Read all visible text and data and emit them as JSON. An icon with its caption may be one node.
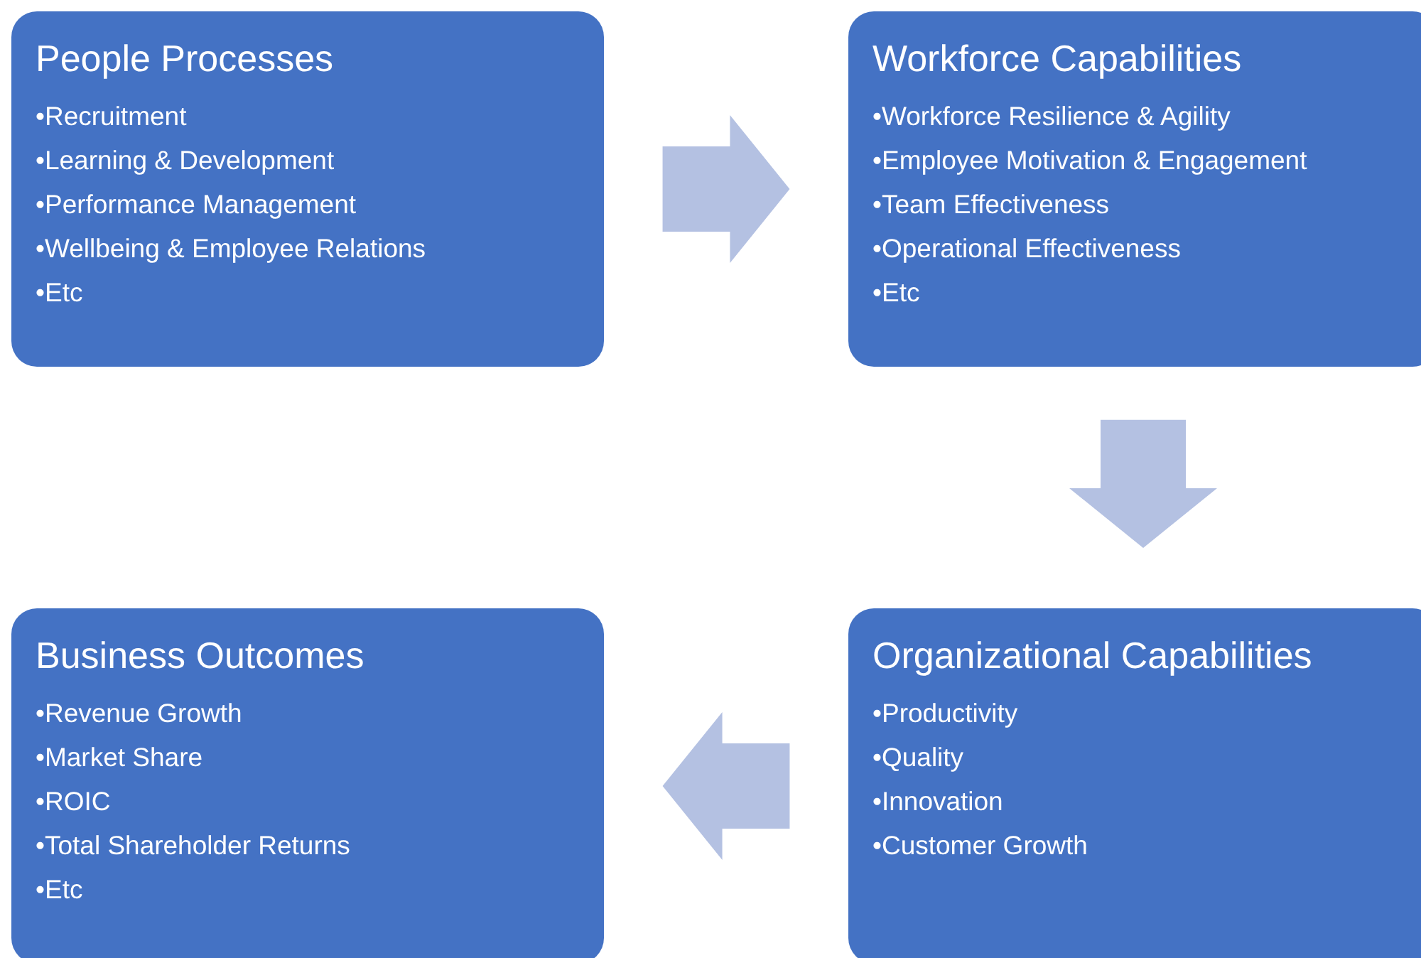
{
  "diagram": {
    "nodes": [
      {
        "text": [
          "People Processes",
          "•Recruitment",
          "•Learning & Development",
          "•Performance Management",
          "•Wellbeing & Employee Relations",
          "•Etc"
        ]
      },
      {
        "text": [
          "Workforce Capabilities",
          "•Workforce Resilience & Agility",
          "•Employee Motivation & Engagement",
          "•Team Effectiveness",
          "•Operational Effectiveness",
          "•Etc"
        ]
      },
      {
        "text": [
          "Organizational Capabilities",
          "•Productivity",
          "•Quality",
          "•Innovation",
          "•Customer Growth"
        ]
      },
      {
        "text": [
          "Business Outcomes",
          "•Revenue Growth",
          "•Market Share",
          "•ROIC",
          "•Total Shareholder Returns",
          "•Etc"
        ]
      }
    ],
    "edges": [
      {
        "from": 0,
        "to": 1,
        "arrow": "to"
      },
      {
        "from": 1,
        "to": 2,
        "arrow": "to"
      },
      {
        "from": 2,
        "to": 3,
        "arrow": "to"
      }
    ]
  }
}
